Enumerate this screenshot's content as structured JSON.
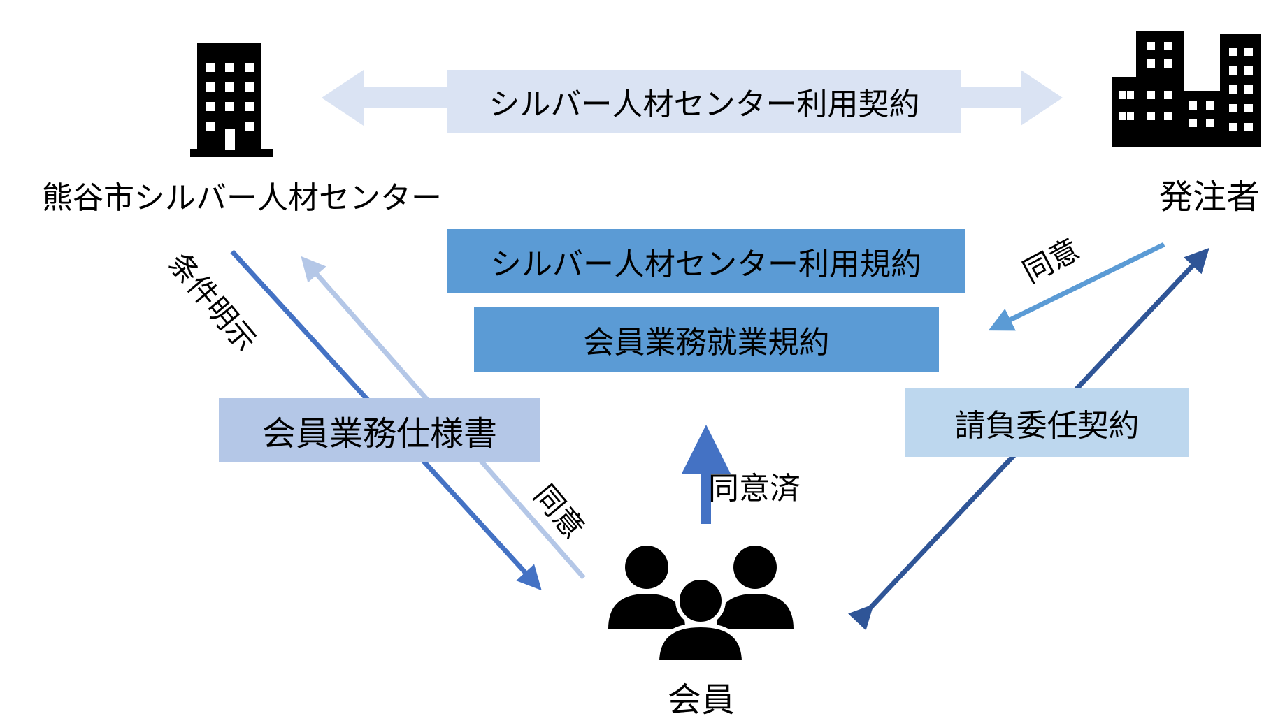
{
  "nodes": {
    "center": "熊谷市シルバー人材センター",
    "client": "発注者",
    "member": "会員"
  },
  "contracts": {
    "top": "シルバー人材センター利用契約",
    "rules": "シルバー人材センター利用規約",
    "work_rules": "会員業務就業規約",
    "spec": "会員業務仕様書",
    "contract": "請負委任契約"
  },
  "edge_labels": {
    "conditions": "条件明示",
    "agree_left": "同意",
    "agree_right": "同意",
    "agreed": "同意済"
  },
  "colors": {
    "pale": "#dae3f3",
    "light": "#b4c7e7",
    "mid": "#5b9bd5",
    "blue": "#4472c4",
    "dark": "#2f5597",
    "light_box": "#bdd7ee"
  }
}
